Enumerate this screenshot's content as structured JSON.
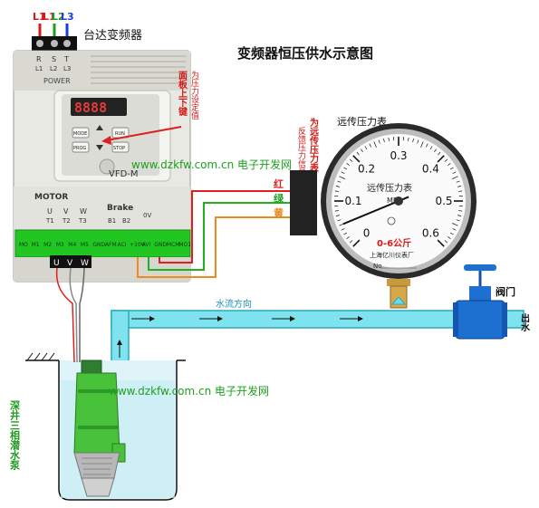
{
  "title": "变频器恒压供水示意图",
  "inverter": {
    "brand_label": "台达变频器",
    "input_terminals_top": [
      "L1",
      "L1",
      "L2",
      "L3"
    ],
    "terminal_letters": [
      "R",
      "S",
      "T"
    ],
    "terminal_sub": [
      "L1",
      "L2",
      "L3"
    ],
    "power_label": "POWER",
    "display_value": "8888",
    "model": "VFD-M",
    "motor_label": "MOTOR",
    "output_letters": [
      "U",
      "V",
      "W"
    ],
    "output_sub": [
      "T1",
      "T2",
      "T3"
    ],
    "brake_label": "Brake",
    "brake_sub": [
      "B1",
      "B2"
    ],
    "zero_v_label": "0V",
    "control_terminals": [
      "MO",
      "M1",
      "M2",
      "M3",
      "M4",
      "M5",
      "GND",
      "AFM",
      "ACI",
      "+10V",
      "AVI",
      "GND",
      "MCM",
      "MO1"
    ],
    "bottom_uvw": [
      "U",
      "V",
      "W"
    ],
    "keys": [
      "MODE",
      "PROG",
      "RUN",
      "STOP"
    ]
  },
  "annotations": {
    "panel_note_main": "面板上下键",
    "panel_note_side": "为压力设定值",
    "gauge_note_main": "为远传压力表",
    "gauge_note_side": "反馈压力信号",
    "wire_red": "红",
    "wire_green": "绿",
    "wire_yellow": "黄",
    "flow_direction": "水流方向",
    "valve": "阀门",
    "outlet": "出水",
    "pump": "深井三相潜水泵"
  },
  "watermark": "www.dzkfw.com.cn 电子开发网",
  "gauge": {
    "title": "远传压力表",
    "face_title": "远传压力表",
    "unit": "MPa",
    "range_label": "0-6公斤",
    "manufacturer": "上海亿川仪表厂",
    "serial_label": "No",
    "tick_labels": [
      "0",
      "0.1",
      "0.2",
      "0.3",
      "0.4",
      "0.5",
      "0.6"
    ],
    "pointer_value": 0.05
  },
  "colors": {
    "red_wire": "#e02020",
    "green_wire": "#20b020",
    "yellow_wire": "#f08a20",
    "water": "#7fe3ef",
    "pipe_edge": "#2aa9bd",
    "pump": "#47c23a",
    "valve": "#1d6fd0",
    "terminal_green": "#22c622"
  }
}
